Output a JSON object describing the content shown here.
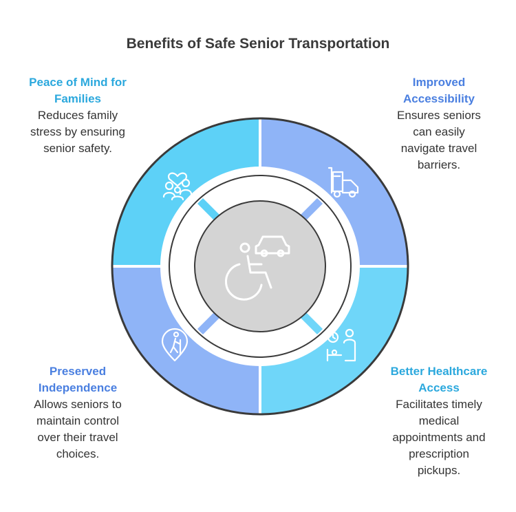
{
  "title": "Benefits of Safe Senior Transportation",
  "colors": {
    "top_left": "#5dd1f7",
    "top_right": "#8fb4f7",
    "bottom_left": "#8fb4f7",
    "bottom_right": "#6fd6f9",
    "center": "#d4d4d4",
    "ring": "#3a3a3a",
    "head_cyan": "#2ba8dd",
    "head_blue": "#4a7fe0"
  },
  "sections": {
    "top_left": {
      "heading": "Peace of Mind for Families",
      "heading_lines": [
        "Peace of Mind for",
        "Families"
      ],
      "desc_lines": [
        "Reduces family",
        "stress by ensuring",
        "senior safety."
      ],
      "icon": "family-heart-icon"
    },
    "top_right": {
      "heading": "Improved Accessibility",
      "heading_lines": [
        "Improved",
        "Accessibility"
      ],
      "desc_lines": [
        "Ensures seniors",
        "can easily",
        "navigate travel",
        "barriers."
      ],
      "icon": "accessible-truck-icon"
    },
    "bottom_left": {
      "heading": "Preserved Independence",
      "heading_lines": [
        "Preserved",
        "Independence"
      ],
      "desc_lines": [
        "Allows seniors to",
        "maintain control",
        "over their travel",
        "choices."
      ],
      "icon": "hiker-location-icon"
    },
    "bottom_right": {
      "heading": "Better Healthcare Access",
      "heading_lines": [
        "Better Healthcare",
        "Access"
      ],
      "desc_lines": [
        "Facilitates timely",
        "medical",
        "appointments and",
        "prescription",
        "pickups."
      ],
      "icon": "doctor-patient-icon"
    },
    "center": {
      "icon": "wheelchair-car-icon"
    }
  }
}
